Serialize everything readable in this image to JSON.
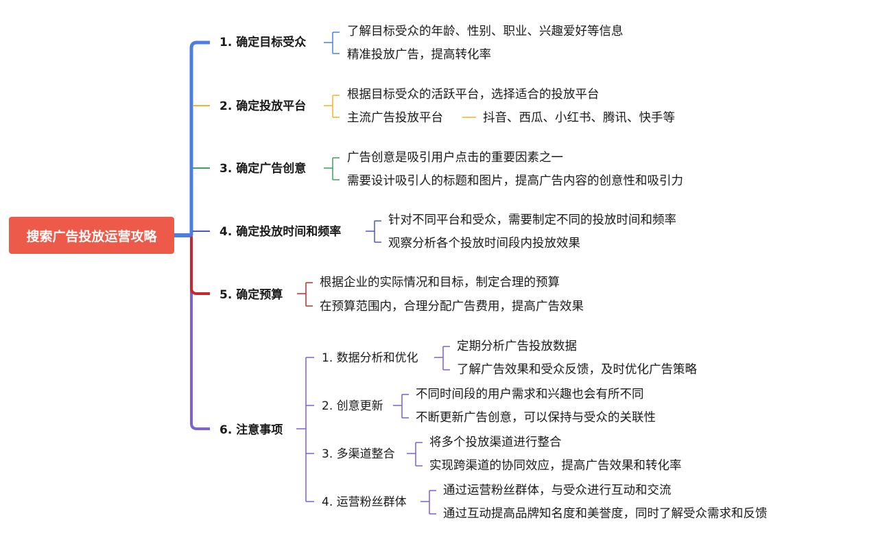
{
  "root": "搜索广告投放运营攻略",
  "branches": [
    {
      "label": "1. 确定目标受众",
      "color": "#4a7fe0",
      "items": [
        "了解目标受众的年龄、性别、职业、兴趣爱好等信息",
        "精准投放广告，提高转化率"
      ]
    },
    {
      "label": "2. 确定投放平台",
      "color": "#f0b429",
      "items": [
        "根据目标受众的活跃平台，选择适合的投放平台",
        "主流广告投放平台",
        "抖音、西瓜、小红书、腾讯、快手等"
      ]
    },
    {
      "label": "3. 确定广告创意",
      "color": "#3aa35a",
      "items": [
        "广告创意是吸引用户点击的重要因素之一",
        "需要设计吸引人的标题和图片，提高广告内容的创意性和吸引力"
      ]
    },
    {
      "label": "4. 确定投放时间和频率",
      "color": "#4a56c8",
      "items": [
        "针对不同平台和受众，需要制定不同的投放时间和频率",
        "观察分析各个投放时间段内投放效果"
      ]
    },
    {
      "label": "5. 确定预算",
      "color": "#c8282d",
      "items": [
        "根据企业的实际情况和目标，制定合理的预算",
        "在预算范围内，合理分配广告费用，提高广告效果"
      ]
    },
    {
      "label": "6. 注意事项",
      "color": "#7d5fd6",
      "subs": [
        {
          "label": "1. 数据分析和优化",
          "items": [
            "定期分析广告投放数据",
            "了解广告效果和受众反馈，及时优化广告策略"
          ]
        },
        {
          "label": "2. 创意更新",
          "items": [
            "不同时间段的用户需求和兴趣也会有所不同",
            "不断更新广告创意，可以保持与受众的关联性"
          ]
        },
        {
          "label": "3. 多渠道整合",
          "items": [
            "将多个投放渠道进行整合",
            "实现跨渠道的协同效应，提高广告效果和转化率"
          ]
        },
        {
          "label": "4. 运营粉丝群体",
          "items": [
            "通过运营粉丝群体，与受众进行互动和交流",
            "通过互动提高品牌知名度和美誉度，同时了解受众需求和反馈"
          ]
        }
      ]
    }
  ]
}
